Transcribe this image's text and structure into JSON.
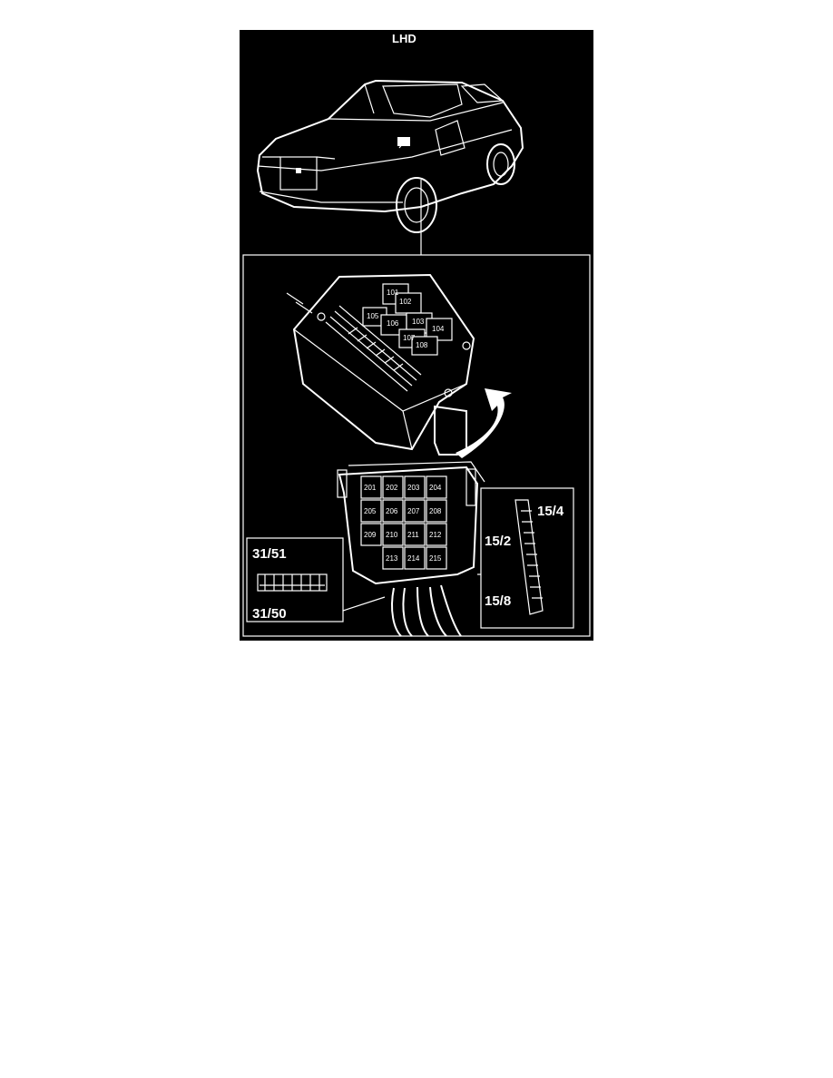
{
  "figure": {
    "heading": "LHD",
    "relays_upper": [
      "101",
      "102",
      "105",
      "106",
      "103",
      "104",
      "107",
      "108"
    ],
    "relays_lower": [
      "201",
      "202",
      "203",
      "204",
      "205",
      "206",
      "207",
      "208",
      "209",
      "210",
      "211",
      "212",
      "213",
      "214",
      "215"
    ],
    "left_strip": {
      "top": "31/51",
      "bottom": "31/50"
    },
    "right_strip": {
      "top": "15/4",
      "middle": "15/2",
      "bottom": "15/8"
    },
    "colors": {
      "background": "#000000",
      "line": "#ffffff"
    }
  }
}
